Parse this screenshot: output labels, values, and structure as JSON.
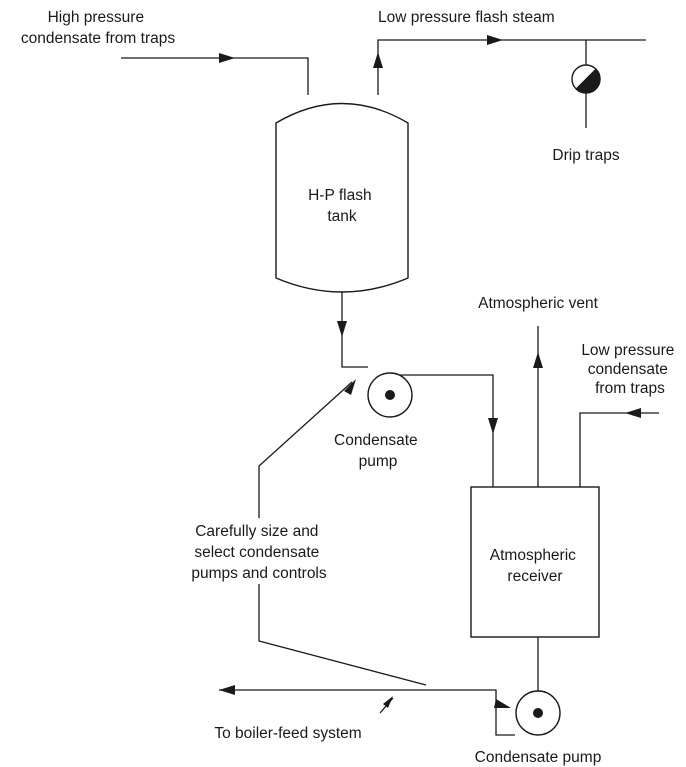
{
  "labels": {
    "hp_condensate_line1": "High pressure",
    "hp_condensate_line2": "condensate from traps",
    "lp_flash_steam": "Low pressure flash steam",
    "drip_traps": "Drip traps",
    "hp_flash_tank_line1": "H-P flash",
    "hp_flash_tank_line2": "tank",
    "atmospheric_vent": "Atmospheric vent",
    "lp_condensate_line1": "Low pressure",
    "lp_condensate_line2": "condensate",
    "lp_condensate_line3": "from traps",
    "condensate_pump_upper_line1": "Condensate",
    "condensate_pump_upper_line2": "pump",
    "note_line1": "Carefully size and",
    "note_line2": "select condensate",
    "note_line3": "pumps and controls",
    "receiver_line1": "Atmospheric",
    "receiver_line2": "receiver",
    "boiler_feed": "To boiler-feed system",
    "condensate_pump_lower": "Condensate pump"
  },
  "colors": {
    "stroke": "#1a1a1a",
    "background": "#ffffff"
  }
}
